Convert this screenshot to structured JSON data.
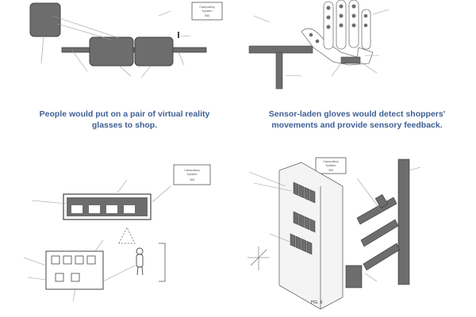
{
  "captions": {
    "vr_glasses": [
      "People would put on a pair of virtual reality",
      "glasses to shop."
    ],
    "gloves": [
      "Sensor-laden gloves would detect shoppers'",
      "movements and provide sensory feedback."
    ]
  },
  "computing_system_label": [
    "Computing",
    "System"
  ],
  "computing_system_number": "300",
  "fig_label": "FIG. 6",
  "colors": {
    "caption": "#3e5f95",
    "shape_fill": "#6d6d6d",
    "line": "#9a9a9a"
  }
}
